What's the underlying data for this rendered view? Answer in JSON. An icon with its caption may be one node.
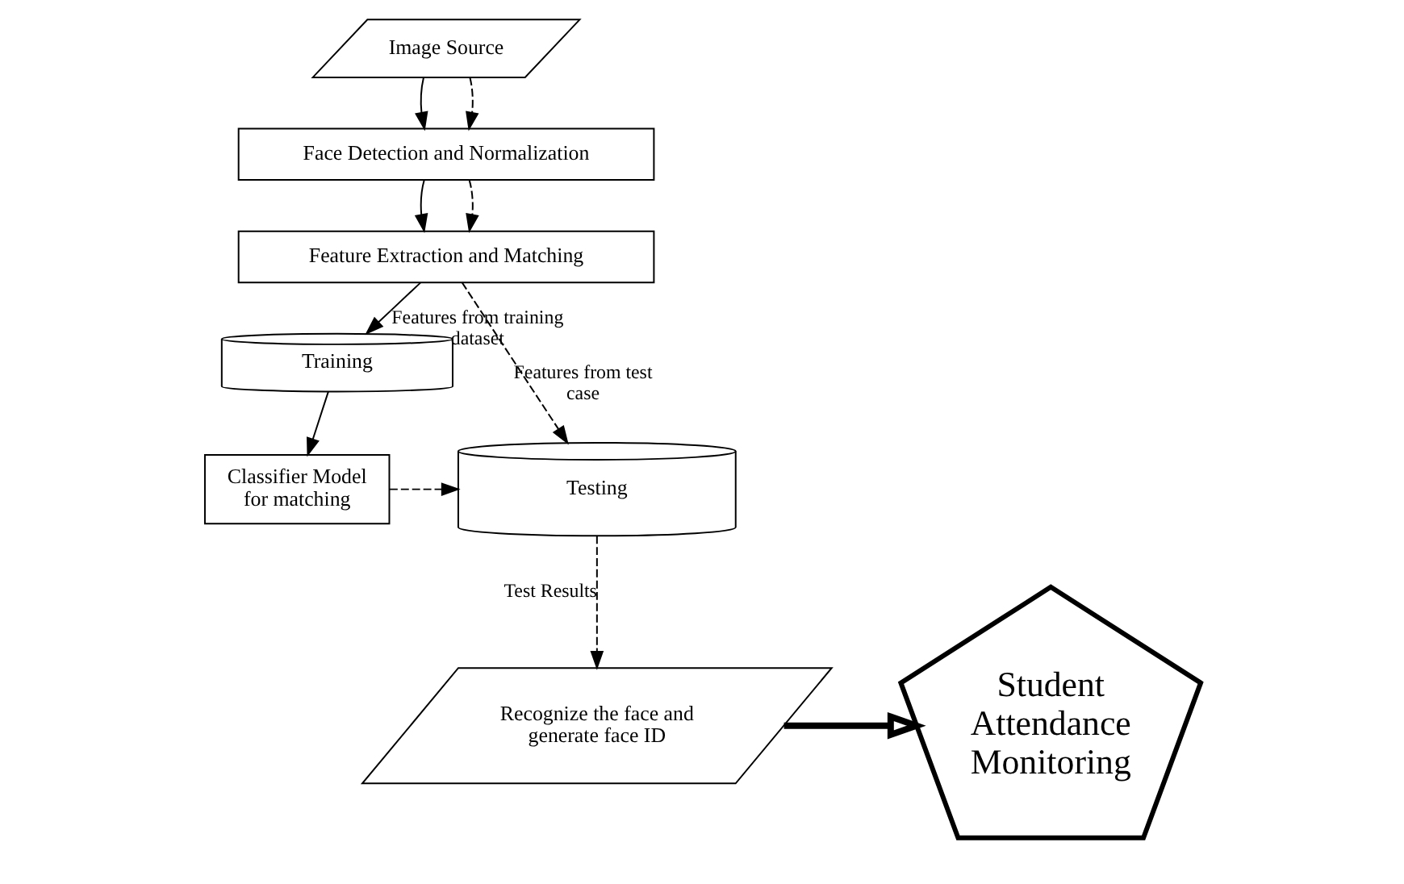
{
  "diagram": {
    "nodes": [
      {
        "text": [
          "Image Source"
        ]
      },
      {
        "text": [
          "Face Detection and Normalization"
        ]
      },
      {
        "text": [
          "Feature Extraction and Matching"
        ]
      },
      {
        "text": [
          "Training"
        ]
      },
      {
        "text": [
          "Classifier Model for matching"
        ]
      },
      {
        "text": [
          "Testing"
        ]
      },
      {
        "text": [
          "Recognize the face and generate face ID"
        ]
      },
      {
        "text": [
          "Student Attendance Monitoring"
        ]
      }
    ],
    "edges": [
      {
        "from": 0,
        "to": 1,
        "arrow": "to"
      },
      {
        "from": 0,
        "to": 1,
        "arrow": "to",
        "style": "dashed"
      },
      {
        "from": 1,
        "to": 2,
        "arrow": "to"
      },
      {
        "from": 1,
        "to": 2,
        "arrow": "to",
        "style": "dashed"
      },
      {
        "from": 2,
        "to": 3,
        "arrow": "to",
        "label": "Features from training dataset"
      },
      {
        "from": 2,
        "to": 5,
        "arrow": "to",
        "style": "dashed",
        "label": "Features from test case"
      },
      {
        "from": 3,
        "to": 4,
        "arrow": "to"
      },
      {
        "from": 4,
        "to": 5,
        "arrow": "to",
        "style": "dashed"
      },
      {
        "from": 5,
        "to": 6,
        "arrow": "to",
        "style": "dashed",
        "label": "Test Results"
      },
      {
        "from": 6,
        "to": 7,
        "arrow": "to",
        "style": "thick"
      }
    ]
  }
}
